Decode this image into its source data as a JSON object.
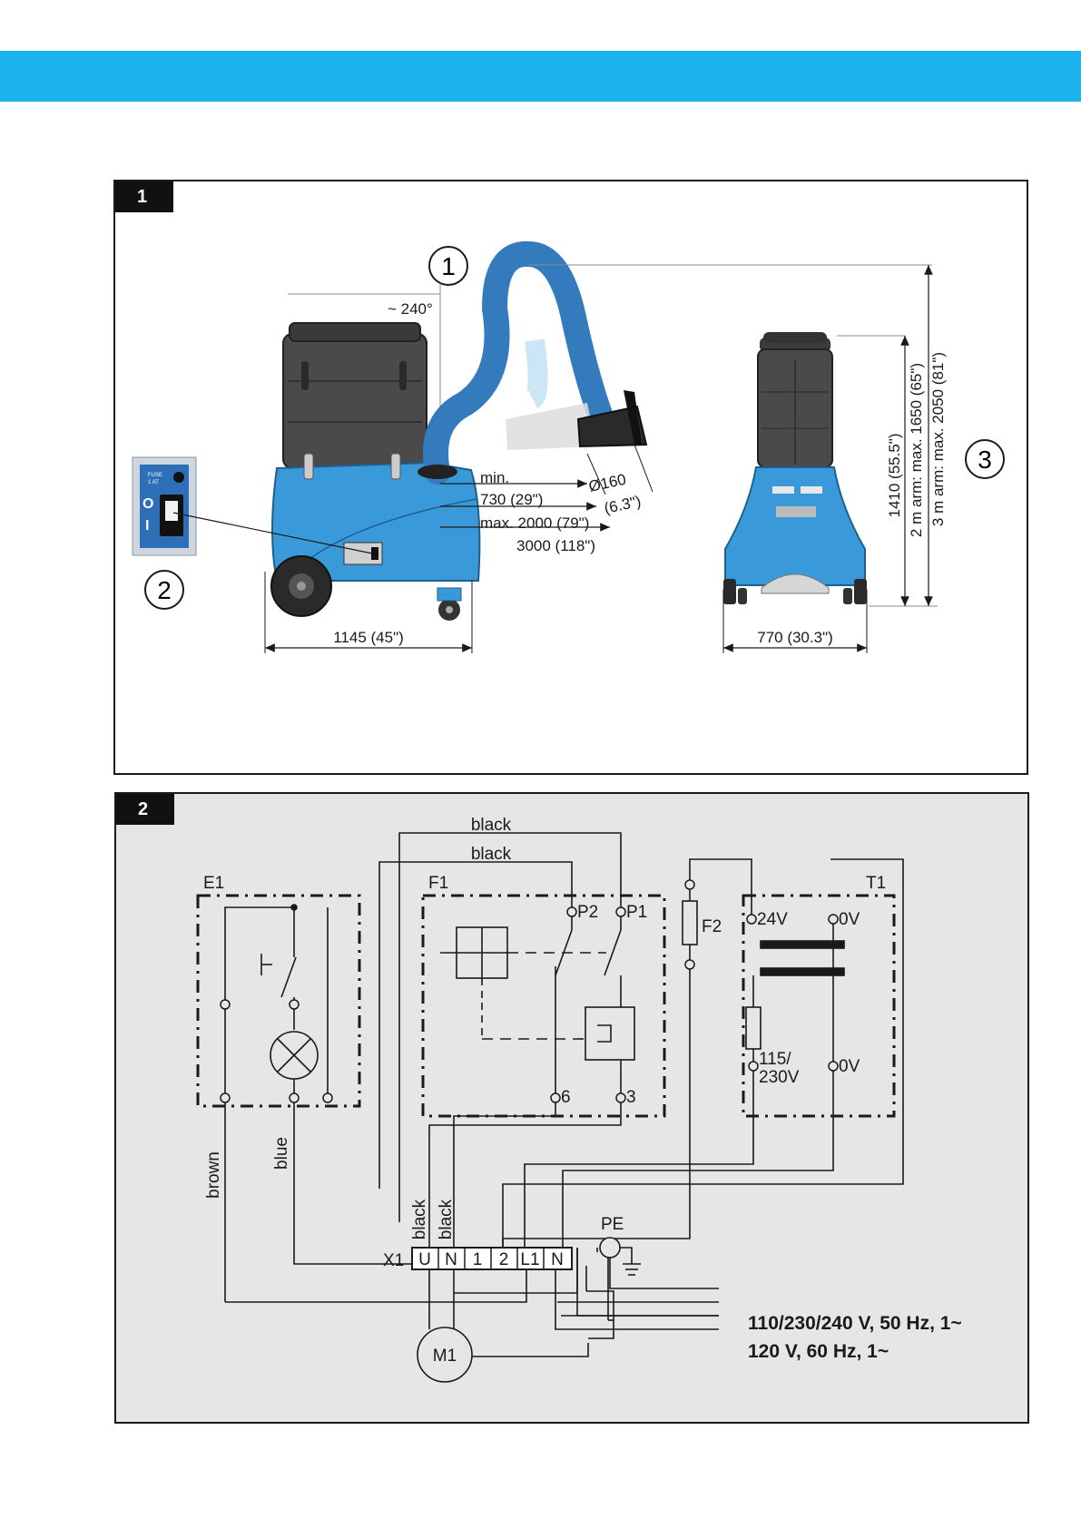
{
  "colors": {
    "accent": "#1cb4ef",
    "machine_blue": "#3a9ad9",
    "housing_dark": "#4a4a4a",
    "panel_bg": "#e6e6e6"
  },
  "figure1": {
    "tag": "1",
    "callouts": [
      "1",
      "2",
      "3"
    ],
    "switch": {
      "fuse_label": "FUSE",
      "fuse_rating": "1 AT",
      "on": "O",
      "off": "I"
    },
    "dims": {
      "angle": "~ 240°",
      "min_label": "min.",
      "min_value": "730 (29\")",
      "max_reach": "max. 2000 (79\")",
      "reach_3m": "3000 (118\")",
      "diameter": "Ø160",
      "diameter_in": "(6.3\")",
      "length": "1145 (45\")",
      "width": "770 (30.3\")",
      "height": "1410 (55.5\")",
      "height_2m": "2 m arm: max. 1650 (65\")",
      "height_3m": "3 m arm: max. 2050 (81\")"
    }
  },
  "figure2": {
    "tag": "2",
    "labels": {
      "black1": "black",
      "black2": "black",
      "e1": "E1",
      "f1": "F1",
      "f2": "F2",
      "t1": "T1",
      "p2": "P2",
      "p1": "P1",
      "t6": "6",
      "t3": "3",
      "v24": "24V",
      "v0a": "0V",
      "v0b": "0V",
      "v115": "115/",
      "v230": "230V",
      "brown": "brown",
      "blue": "blue",
      "black3": "black",
      "black4": "black",
      "x1": "X1",
      "pe": "PE",
      "m1": "M1"
    },
    "terminals": [
      "U",
      "N",
      "1",
      "2",
      "L1",
      "N"
    ],
    "supply": [
      "110/230/240 V, 50 Hz, 1~",
      "120 V, 60 Hz, 1~"
    ]
  }
}
